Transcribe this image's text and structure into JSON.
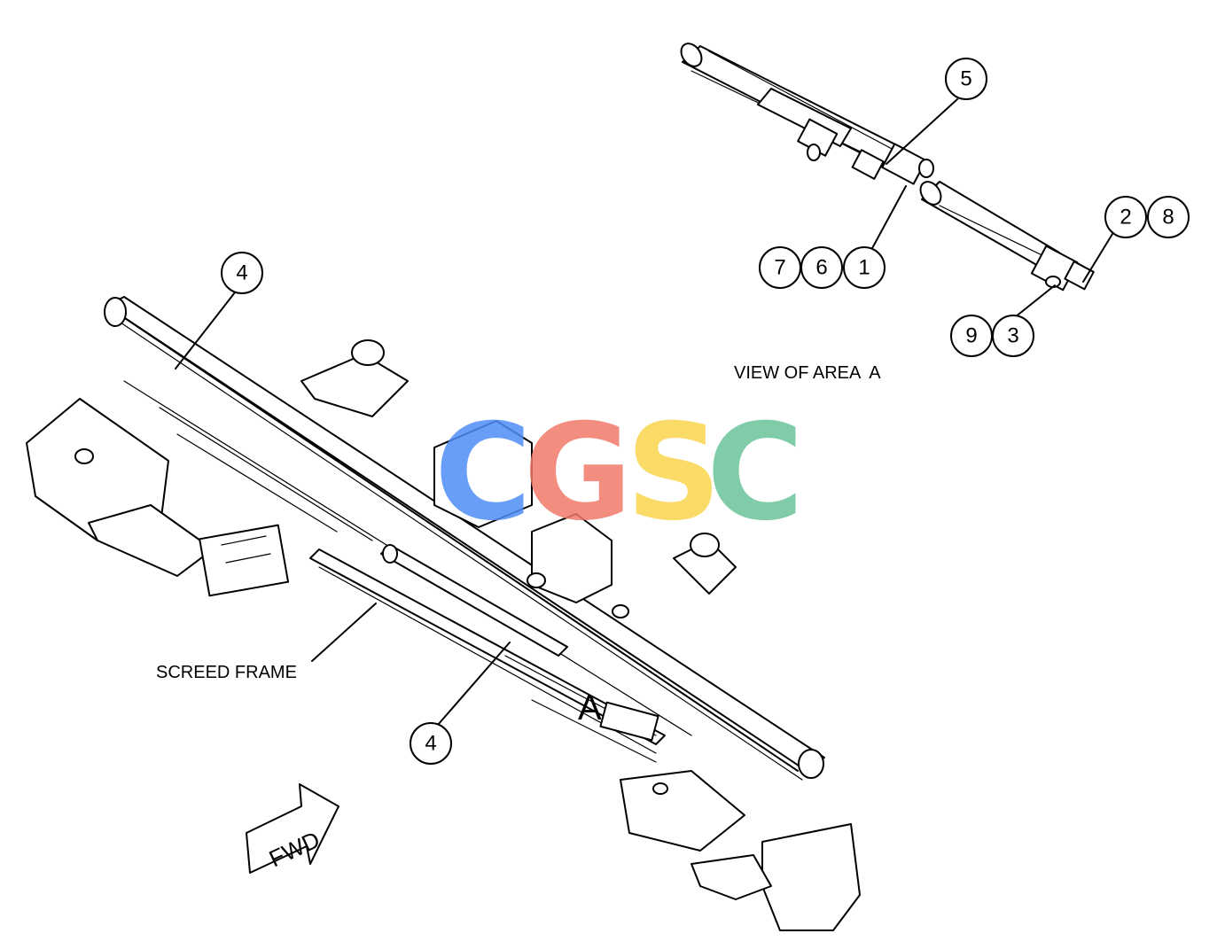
{
  "view_label": "VIEW OF AREA  A",
  "screed_label": "SCREED FRAME",
  "area_letter": "A",
  "fwd_label": "FWD",
  "callouts": {
    "c5": "5",
    "c2": "2",
    "c8": "8",
    "c7": "7",
    "c6": "6",
    "c1": "1",
    "c9": "9",
    "c3": "3",
    "c4_top": "4",
    "c4_bottom": "4"
  },
  "watermark": {
    "letters": [
      "C",
      "G",
      "S",
      "C"
    ],
    "colors": [
      "#4f8ef7",
      "#f07a6a",
      "#fbd54e",
      "#6cc49a"
    ]
  }
}
